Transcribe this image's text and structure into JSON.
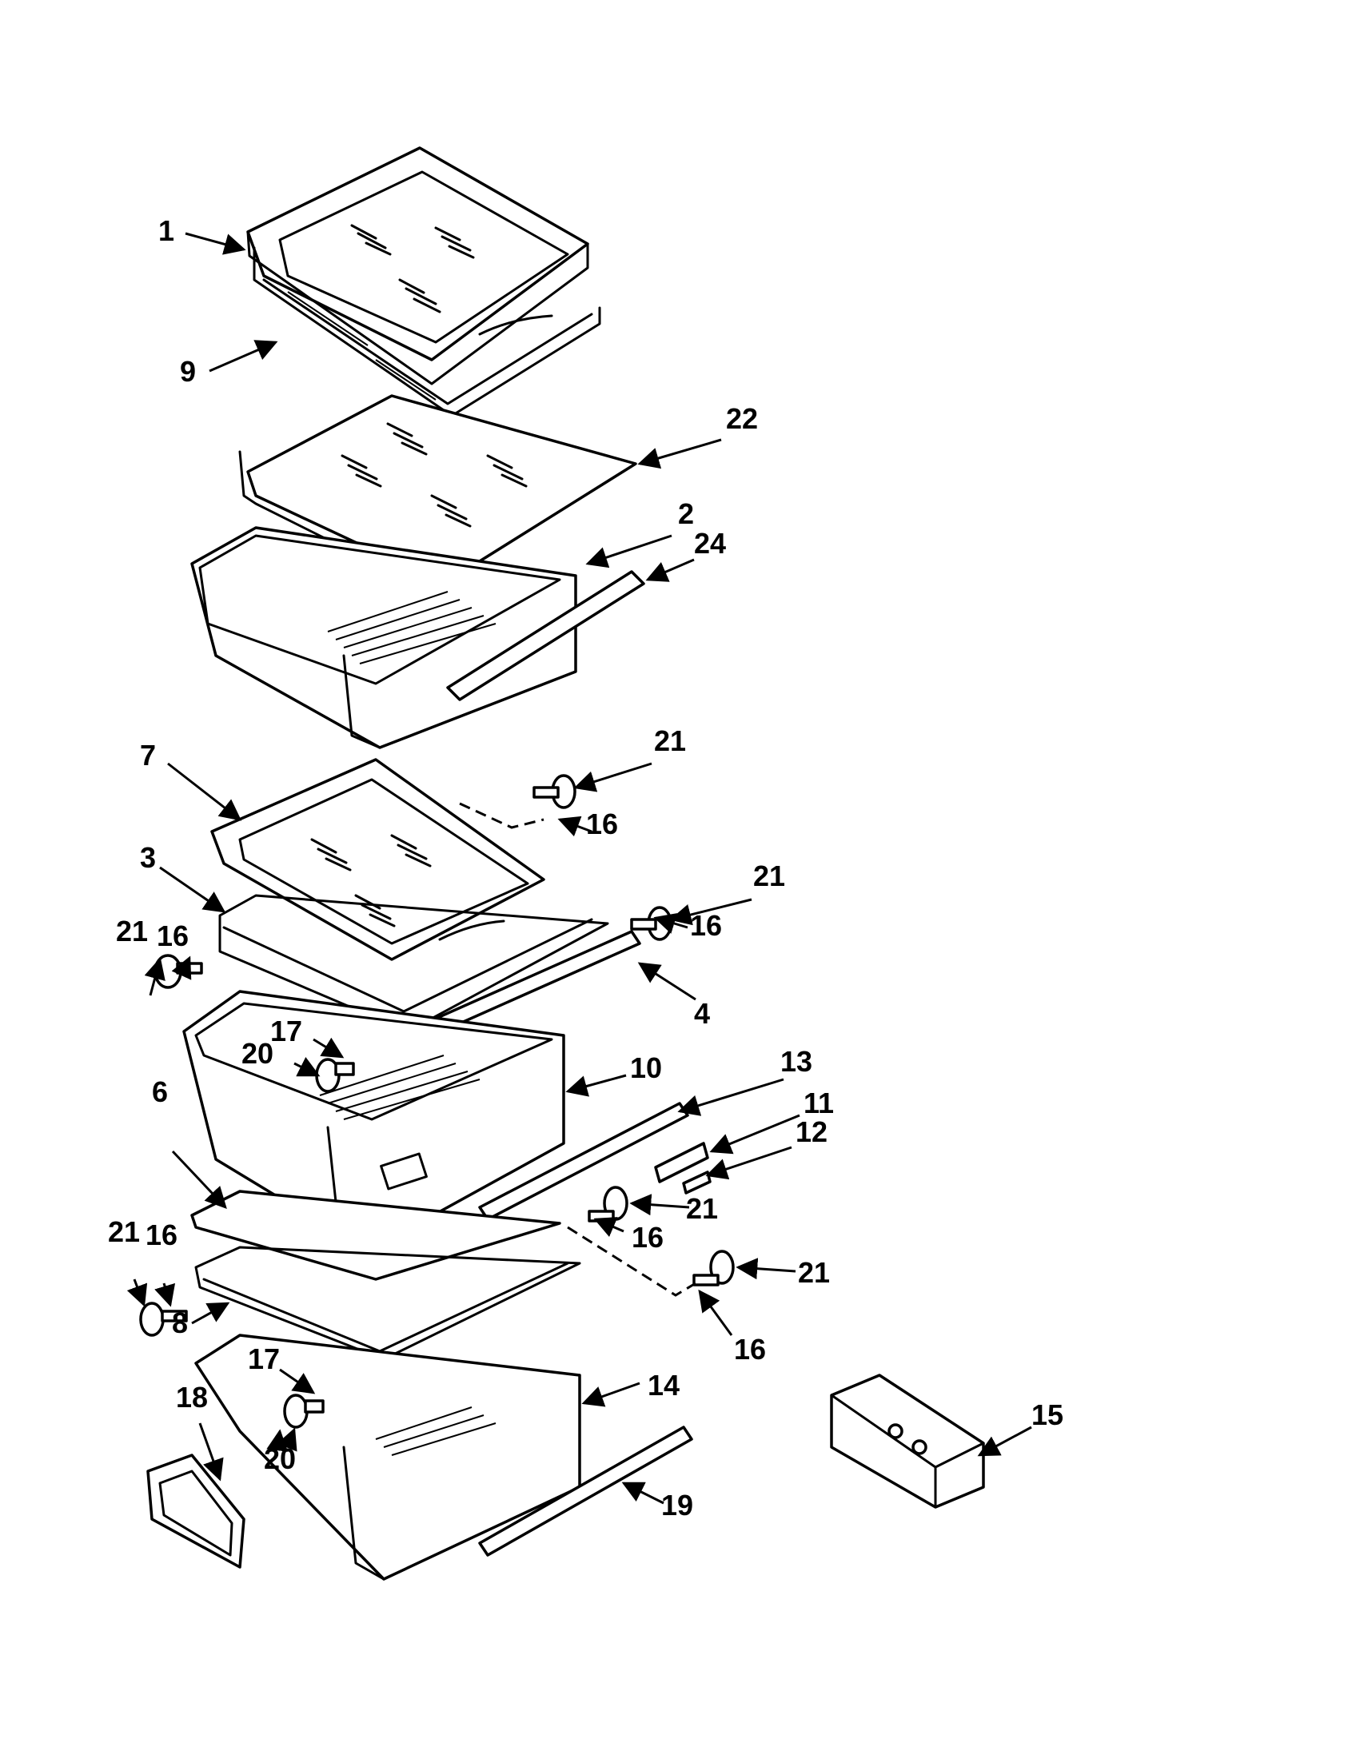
{
  "callouts": {
    "c1": "1",
    "c9": "9",
    "c22": "22",
    "c2": "2",
    "c24": "24",
    "c7": "7",
    "c3": "3",
    "c4": "4",
    "c21_a": "21",
    "c16_a": "16",
    "c21_b": "21",
    "c16_b": "16",
    "c21_c": "21",
    "c16_c": "16",
    "c17_a": "17",
    "c20_a": "20",
    "c10": "10",
    "c13": "13",
    "c11": "11",
    "c12": "12",
    "c6": "6",
    "c21_d": "21",
    "c16_d": "16",
    "c21_e": "21",
    "c16_e": "16",
    "c21_f": "21",
    "c16_f": "16",
    "c8": "8",
    "c17_b": "17",
    "c20_b": "20",
    "c18": "18",
    "c14": "14",
    "c19": "19",
    "c15": "15"
  }
}
